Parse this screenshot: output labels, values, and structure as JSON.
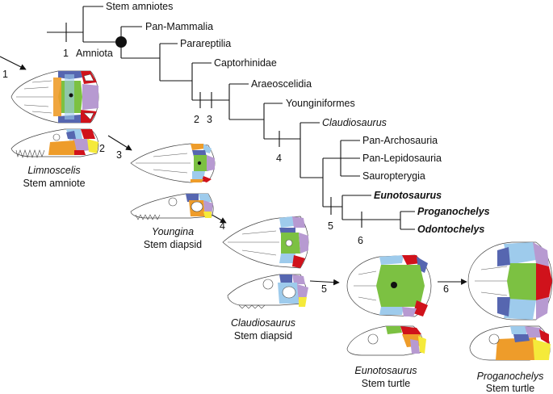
{
  "cladogram": {
    "taxa": [
      {
        "id": "stem-amniotes",
        "label": "Stem amniotes",
        "style": "normal"
      },
      {
        "id": "pan-mammalia",
        "label": "Pan-Mammalia",
        "style": "normal"
      },
      {
        "id": "parareptilia",
        "label": "Parareptilia",
        "style": "normal"
      },
      {
        "id": "captorhinidae",
        "label": "Captorhinidae",
        "style": "normal"
      },
      {
        "id": "araeoscelidia",
        "label": "Araeoscelidia",
        "style": "normal"
      },
      {
        "id": "younginiformes",
        "label": "Younginiformes",
        "style": "normal"
      },
      {
        "id": "claudiosaurus",
        "label": "Claudiosaurus",
        "style": "italic"
      },
      {
        "id": "pan-archosauria",
        "label": "Pan-Archosauria",
        "style": "normal"
      },
      {
        "id": "pan-lepidosauria",
        "label": "Pan-Lepidosauria",
        "style": "normal"
      },
      {
        "id": "sauropterygia",
        "label": "Sauropterygia",
        "style": "normal"
      },
      {
        "id": "eunotosaurus",
        "label": "Eunotosaurus",
        "style": "bold-italic"
      },
      {
        "id": "proganochelys",
        "label": "Proganochelys",
        "style": "bold-italic"
      },
      {
        "id": "odontochelys",
        "label": "Odontochelys",
        "style": "bold-italic"
      }
    ],
    "amniota_label": "Amniota",
    "node_numbers": [
      "1",
      "2",
      "3",
      "4",
      "5",
      "6"
    ]
  },
  "skulls": [
    {
      "id": "limnoscelis",
      "genus": "Limnoscelis",
      "description": "Stem amniote"
    },
    {
      "id": "youngina",
      "genus": "Youngina",
      "description": "Stem diapsid"
    },
    {
      "id": "claudiosaurus",
      "genus": "Claudiosaurus",
      "description": "Stem diapsid"
    },
    {
      "id": "eunotosaurus",
      "genus": "Eunotosaurus",
      "description": "Stem turtle"
    },
    {
      "id": "proganochelys",
      "genus": "Proganochelys",
      "description": "Stem turtle"
    }
  ],
  "arrow_numbers": [
    "1",
    "2",
    "3",
    "4",
    "5",
    "6"
  ],
  "colors": {
    "green": "#7cc142",
    "red": "#d0121b",
    "blue": "#5666b0",
    "light_blue": "#9ecbec",
    "purple": "#b79ad1",
    "orange": "#ee9c2a",
    "yellow": "#f5ea3a",
    "line": "#111111"
  }
}
